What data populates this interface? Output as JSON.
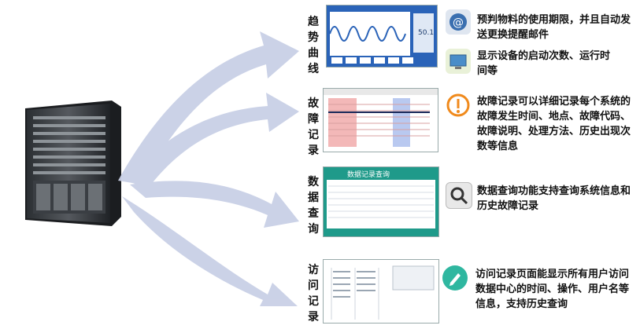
{
  "rows": [
    {
      "label": "趋势曲线",
      "desc": "预判物料的使用期限，并且自动发送更换提醒邮件",
      "icon": "email-icon"
    },
    {
      "label": "",
      "desc": "显示设备的启动次数、运行时间等",
      "icon": "monitor-icon"
    },
    {
      "label": "故障记录",
      "desc": "故障记录可以详细记录每个系统的故障发生时间、地点、故障代码、故障说明、处理方法、历史出现次数等信息",
      "icon": "alert-icon"
    },
    {
      "label": "数据查询",
      "desc": "数据查询功能支持查询系统信息和历史故障记录",
      "icon": "search-icon"
    },
    {
      "label": "访问记录",
      "desc": "访问记录页面能显示所有用户访问数据中心的时间、操作、用户名等信息，支持历史查询",
      "icon": "edit-icon"
    }
  ],
  "trend_chart": {
    "value_label": "50.1"
  },
  "query_screen": {
    "title": "数据记录查询"
  },
  "colors": {
    "arrow": "#c9d0e6",
    "trend_header": "#2a63b8",
    "query_header": "#1f9a8a"
  }
}
